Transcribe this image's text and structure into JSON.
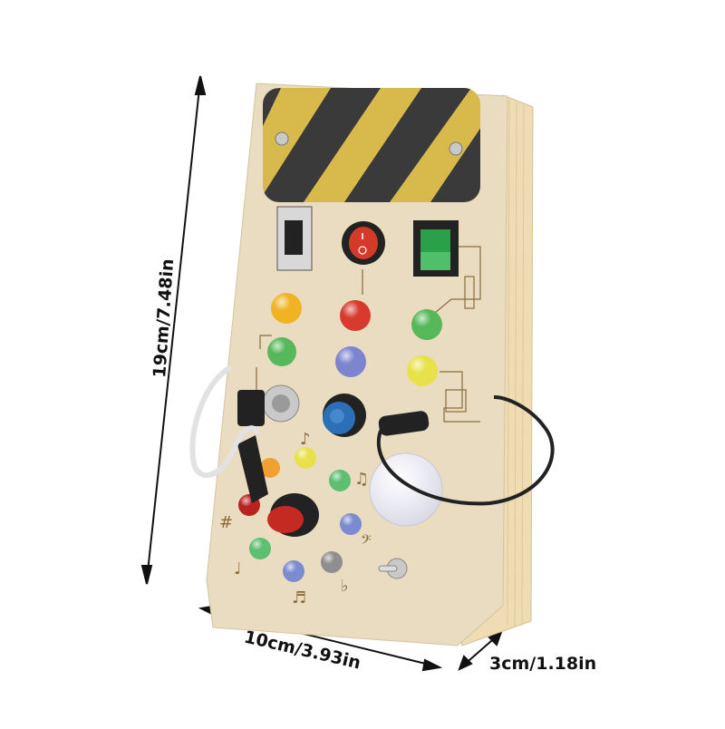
{
  "product": {
    "name": "Wooden busy board with lights and switches",
    "colors": {
      "background": "#ffffff",
      "wood_face": "#e9dcc0",
      "wood_side": "#efdcb4",
      "stripe_yellow": "#d7b94c",
      "stripe_black": "#3a3a3a"
    }
  },
  "dimensions": {
    "height_label": "19cm/7.48in",
    "width_label": "10cm/3.93in",
    "depth_label": "3cm/1.18in"
  },
  "components": {
    "warning_plate": "yellow-black-hazard-stripe-plate",
    "switches": [
      "slide-switch",
      "red-round-rocker-switch",
      "green-rocker-switch",
      "toggle-switch"
    ],
    "lights": [
      {
        "color": "#f0b323",
        "label": "orange-bulb"
      },
      {
        "color": "#d83a2e",
        "label": "red-bulb"
      },
      {
        "color": "#56b85a",
        "label": "green-bulb"
      },
      {
        "color": "#56b85a",
        "label": "green-bulb-2"
      },
      {
        "color": "#7c84cf",
        "label": "purple-bulb"
      },
      {
        "color": "#e8e24a",
        "label": "yellow-bulb"
      },
      {
        "color": "#e8e24a",
        "label": "yellow-small"
      },
      {
        "color": "#f0a030",
        "label": "orange-small"
      },
      {
        "color": "#5cbf72",
        "label": "green-small"
      },
      {
        "color": "#b8221f",
        "label": "red-small"
      },
      {
        "color": "#7c8bd0",
        "label": "blue-small"
      },
      {
        "color": "#5cbf72",
        "label": "green-small-2"
      },
      {
        "color": "#7c8bd0",
        "label": "blue-small-2"
      },
      {
        "color": "#8f8f8f",
        "label": "gray-small"
      }
    ],
    "knobs": [
      "blue-knob",
      "red-knob"
    ],
    "key_switch": "key-lock-switch",
    "big_bulb": "white-globe-bulb",
    "cable": "black-plug-cable",
    "lanyard": "white-lanyard"
  }
}
